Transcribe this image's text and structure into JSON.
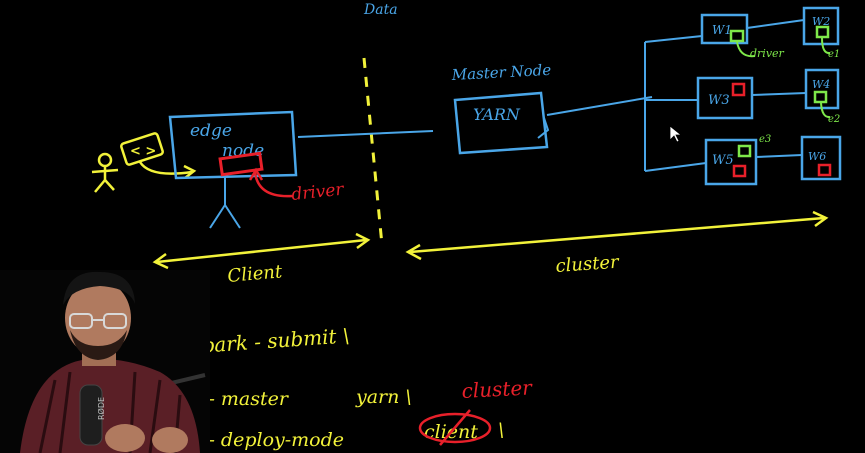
{
  "labels": {
    "data": "Data",
    "master_node": "Master Node",
    "yarn": "YARN",
    "edge": "edge",
    "node": "node",
    "driver_red": "driver",
    "client": "Client",
    "cluster": "cluster",
    "code_symbol": "< >",
    "workers": [
      "W1",
      "W2",
      "W3",
      "W4",
      "W5",
      "W6"
    ],
    "driver_green": "driver",
    "executors": [
      "e1",
      "e2",
      "e3"
    ]
  },
  "command": {
    "line1": "/bin/ spark - submit \\",
    "line2_opt": "- -  master",
    "line2_val": "yarn \\",
    "line2_alt": "cluster",
    "line3_opt": "- -  deploy-mode",
    "line3_val": "client",
    "line3_end": "\\"
  },
  "colors": {
    "background": "#000000",
    "blue": "#4aa6e8",
    "yellow": "#f2f23a",
    "red": "#e8202a",
    "green": "#7ee84a",
    "white": "#ffffff"
  },
  "icons": {
    "person": "stick-figure-icon",
    "webcam": "presenter-webcam",
    "cursor": "mouse-cursor-icon"
  }
}
